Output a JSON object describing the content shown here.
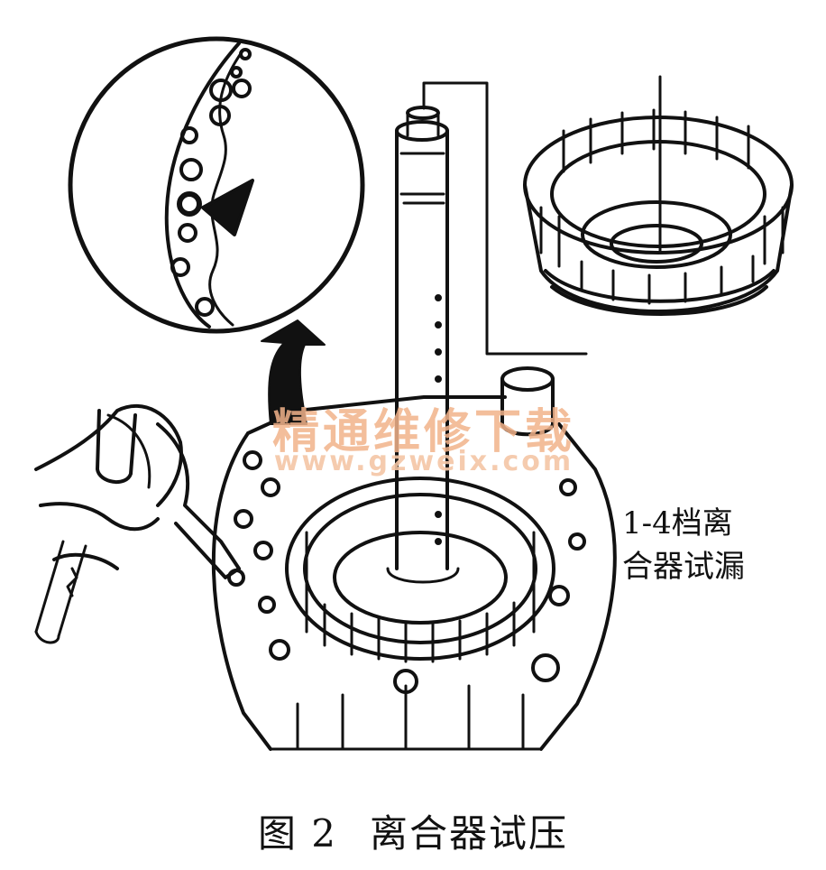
{
  "figure": {
    "callout_label_line1": "1-4档离",
    "callout_label_line2": "合器试漏",
    "caption_number": "图 2",
    "caption_title": "离合器试压"
  },
  "watermark": {
    "text": "精通维修下载",
    "url": "www.gzweix.com"
  },
  "colors": {
    "line": "#111111",
    "background": "#ffffff",
    "watermark": "#f2b38a"
  }
}
